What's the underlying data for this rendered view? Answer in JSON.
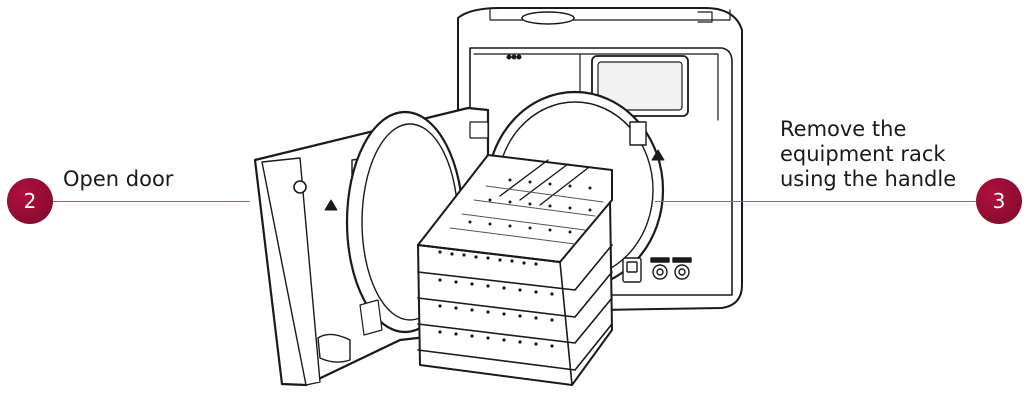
{
  "colors": {
    "accent": "#b0103c",
    "accent_dark": "#7a0a2a",
    "line": "#a85a78",
    "stroke": "#1a1a1a"
  },
  "steps": [
    {
      "number": "2",
      "label": "Open door"
    },
    {
      "number": "3",
      "label_lines": [
        "Remove the",
        "equipment rack",
        "using the handle"
      ]
    }
  ]
}
